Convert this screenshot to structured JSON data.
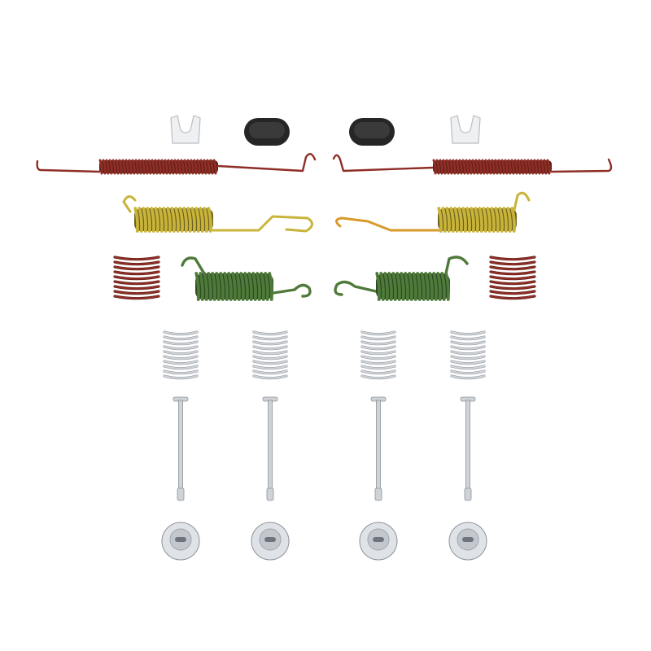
{
  "colors": {
    "background": "#ffffff",
    "red_spring": "#8e2e26",
    "red_spring_dark": "#5a1c16",
    "yellow_spring": "#c9b43a",
    "yellow_spring_dark": "#6d6120",
    "orange_wire": "#d89a2a",
    "green_spring": "#4f7a3a",
    "green_spring_dark": "#2c4a22",
    "silver": "#cfd3d8",
    "silver_dark": "#8d939a",
    "rubber": "#262626"
  },
  "parts": {
    "clips": 2,
    "rubber_plugs": 2,
    "long_return_springs": 2,
    "yellow_return_springs": 2,
    "red_short_springs": 2,
    "green_return_springs": 2,
    "hold_down_springs": 4,
    "hold_down_pins": 4,
    "retainer_washers": 4
  }
}
